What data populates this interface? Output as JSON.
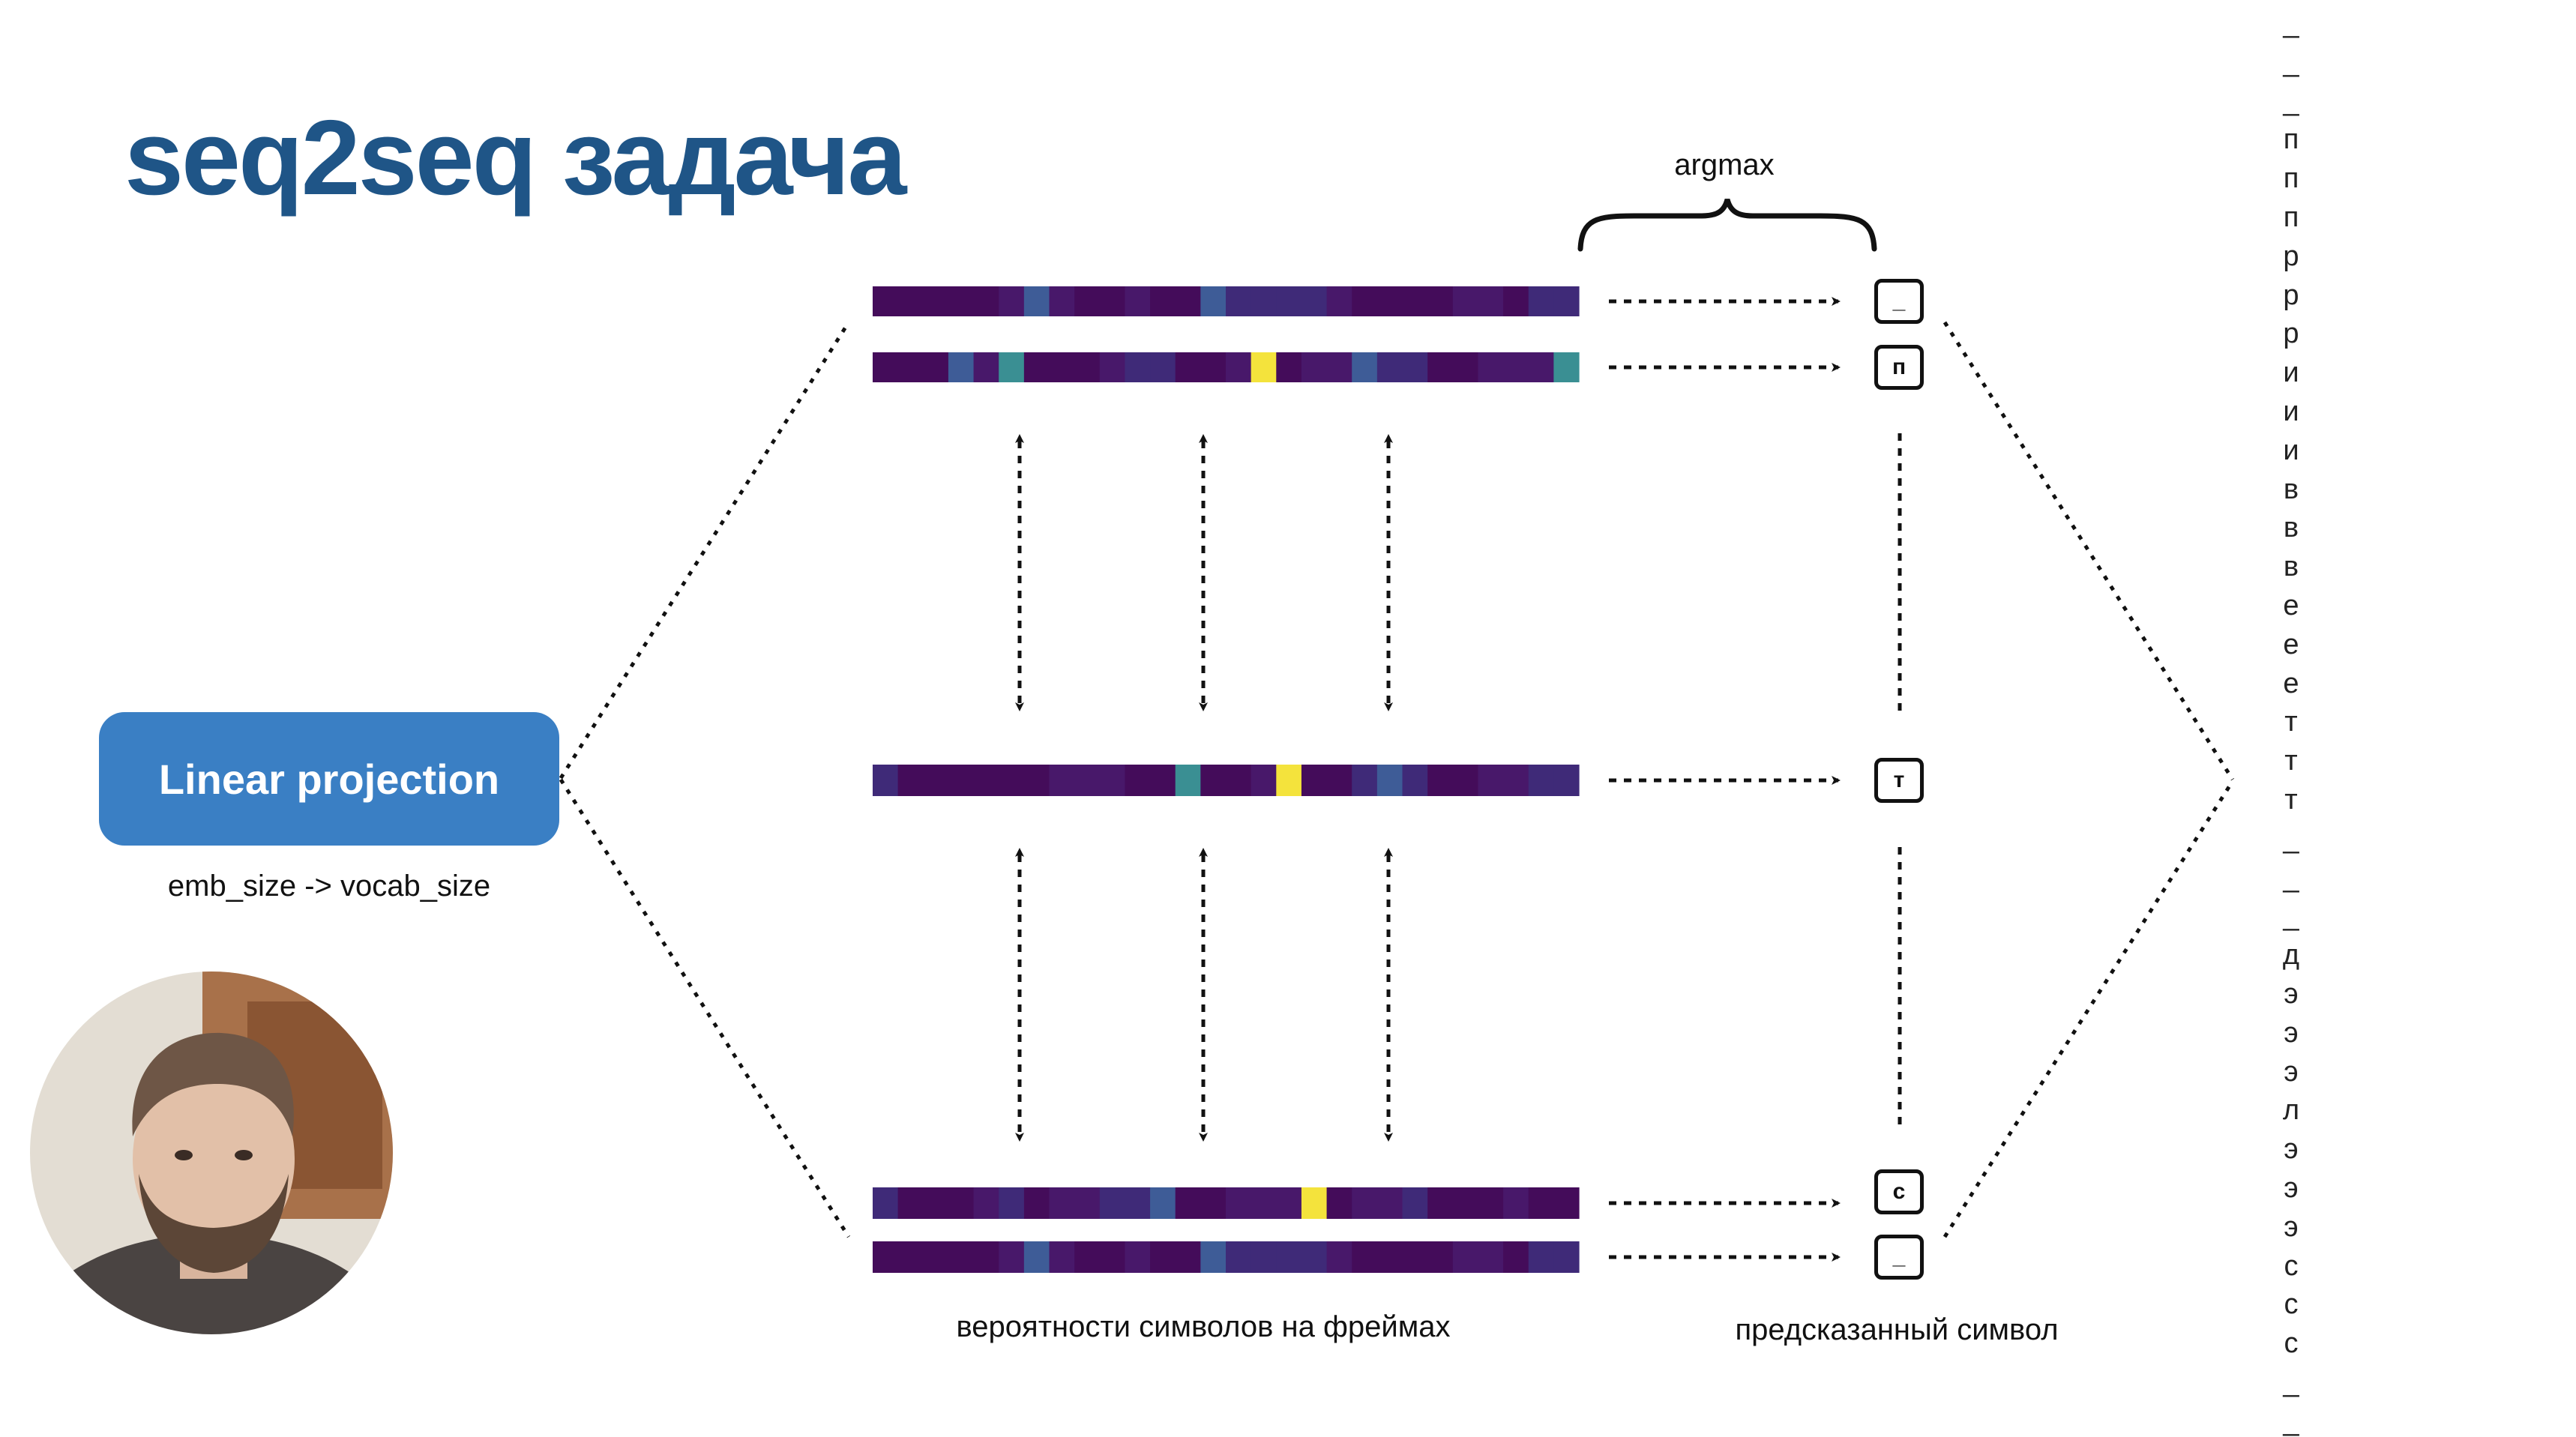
{
  "title": "seq2seq задача",
  "linear_projection": {
    "label": "Linear projection",
    "caption": "emb_size -> vocab_size"
  },
  "argmax_label": "argmax",
  "probabilities_caption": "вероятности символов на фреймах",
  "predicted_caption": "предсказанный символ",
  "predicted_symbols": [
    "_",
    "п",
    "т",
    "с",
    "_"
  ],
  "char_column": [
    "_",
    "_",
    "_",
    "п",
    "п",
    "п",
    "р",
    "р",
    "р",
    "и",
    "и",
    "и",
    "в",
    "в",
    "в",
    "е",
    "е",
    "е",
    "т",
    "т",
    "т",
    "_",
    "_",
    "_",
    "д",
    "э",
    "э",
    "э",
    "л",
    "э",
    "э",
    "э",
    "с",
    "с",
    "с",
    "_",
    "_"
  ],
  "colors": {
    "title": "#1f5587",
    "box": "#3a7fc4",
    "heatmap_low": "#440c5a",
    "heatmap_mid": "#3e5c97",
    "heatmap_teal": "#3a8f93",
    "heatmap_high": "#f4e33c"
  },
  "presenter": "presenter-webcam-photo"
}
